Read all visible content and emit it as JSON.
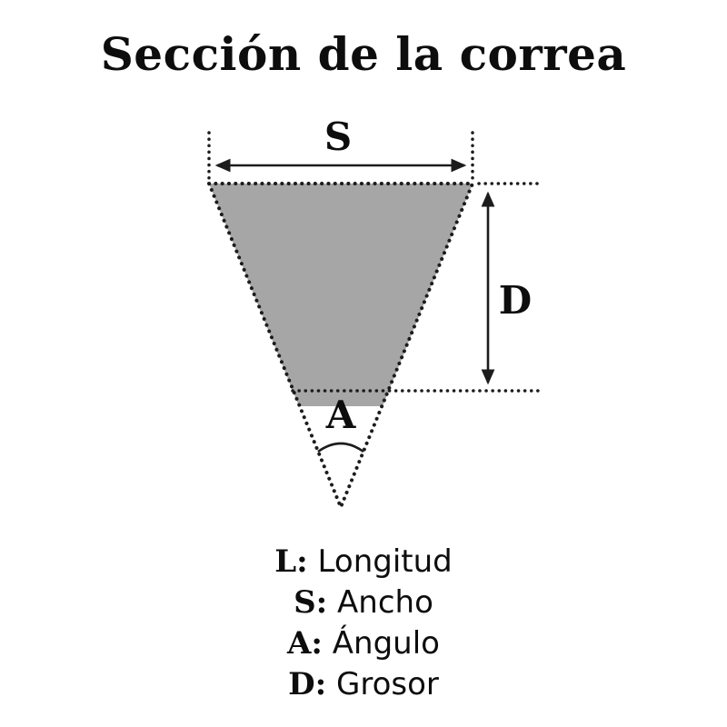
{
  "title": "Sección de la correa",
  "diagram": {
    "labels": {
      "width": "S",
      "thickness": "D",
      "angle": "A"
    },
    "colors": {
      "shape_fill": "#a6a6a6",
      "line": "#1c1c1c",
      "text": "#0d0d0d"
    }
  },
  "legend": [
    {
      "key": "L:",
      "term": "Longitud"
    },
    {
      "key": "S:",
      "term": "Ancho"
    },
    {
      "key": "A:",
      "term": "Ángulo"
    },
    {
      "key": "D:",
      "term": "Grosor"
    }
  ]
}
